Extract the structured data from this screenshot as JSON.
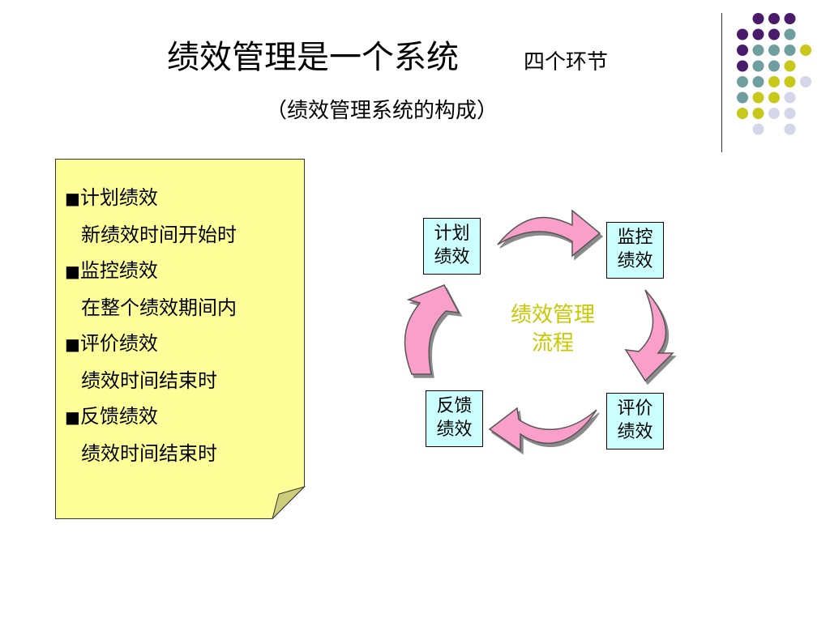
{
  "header": {
    "title": "绩效管理是一个系统",
    "subtitle_right": "四个环节",
    "subtitle": "（绩效管理系统的构成）"
  },
  "note": {
    "items": [
      {
        "bullet": "■",
        "label": "计划绩效",
        "detail": "新绩效时间开始时"
      },
      {
        "bullet": "■",
        "label": "监控绩效",
        "detail": "在整个绩效期间内"
      },
      {
        "bullet": "■",
        "label": "评价绩效",
        "detail": "绩效时间结束时"
      },
      {
        "bullet": "■",
        "label": "反馈绩效",
        "detail": "绩效时间结束时"
      }
    ]
  },
  "cycle": {
    "center_line1": "绩效管理",
    "center_line2": "流程",
    "plan": {
      "line1": "计划",
      "line2": "绩效"
    },
    "monitor": {
      "line1": "监控",
      "line2": "绩效"
    },
    "evaluate": {
      "line1": "评价",
      "line2": "绩效"
    },
    "feedback": {
      "line1": "反馈",
      "line2": "绩效"
    }
  },
  "colors": {
    "note_fill": "#ffff99",
    "box_fill": "#ccffff",
    "arrow_fill": "#f99fc9",
    "center_text": "#c8c800",
    "dot_purple": "#4b1b6b",
    "dot_teal": "#6f9e9e",
    "dot_yellow": "#c8c81a",
    "dot_lavender": "#d6d6ea"
  }
}
